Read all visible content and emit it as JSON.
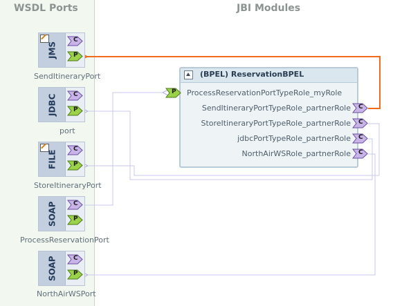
{
  "headers": {
    "wsdl_ports": "WSDL Ports",
    "jbi_modules": "JBI Modules"
  },
  "ports": [
    {
      "binding": "JMS",
      "name": "SendItineraryPort",
      "editable": true
    },
    {
      "binding": "JDBC",
      "name": "port",
      "editable": false
    },
    {
      "binding": "FILE",
      "name": "StoreItineraryPort",
      "editable": true
    },
    {
      "binding": "SOAP",
      "name": "ProcessReservationPort",
      "editable": false
    },
    {
      "binding": "SOAP",
      "name": "NorthAirWSPort",
      "editable": false
    }
  ],
  "connector_glyphs": {
    "consumer": "C",
    "provider": "P"
  },
  "module": {
    "title": "(BPEL) ReservationBPEL",
    "my_role": "ProcessReservationPortTypeRole_myRole",
    "partner_roles": [
      "SendItineraryPortTypeRole_partnerRole",
      "StoreItineraryPortTypeRole_partnerRole",
      "jdbcPortTypeRole_partnerRole",
      "NorthAirWSRole_partnerRole"
    ]
  },
  "colors": {
    "left_panel": "#f2f8ef",
    "consumer_connector": "#c9b4e8",
    "provider_connector": "#9bd24a",
    "selected_wire": "#f26a1b",
    "wire": "#c8c8ee"
  }
}
